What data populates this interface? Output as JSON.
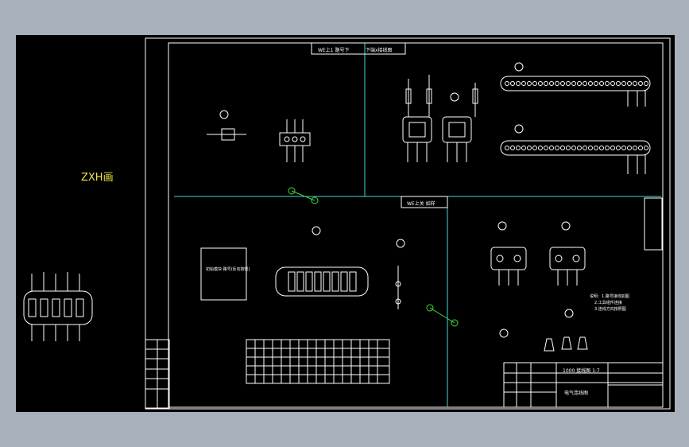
{
  "side_label": "ZXH画",
  "sheet": {
    "zone_top": "WE上1 路号下",
    "zone_top_mid": "下端x接线图",
    "zone_center": "WE上关 如样",
    "title_block_code": "1000 接线图 1:7",
    "title_block_name": "电气连线图"
  },
  "labels": {
    "left_box": "初始模块 路号(反向按钮)",
    "notes_1": "说明：1.路号接线如图",
    "notes_2": "2.工具组件连接",
    "notes_3": "3.连线方向按照图"
  },
  "colors": {
    "background": "#000000",
    "lines": "#ffffff",
    "divider": "#3fd7d7",
    "marker": "#3fdc3f",
    "label": "#f0e14a"
  }
}
